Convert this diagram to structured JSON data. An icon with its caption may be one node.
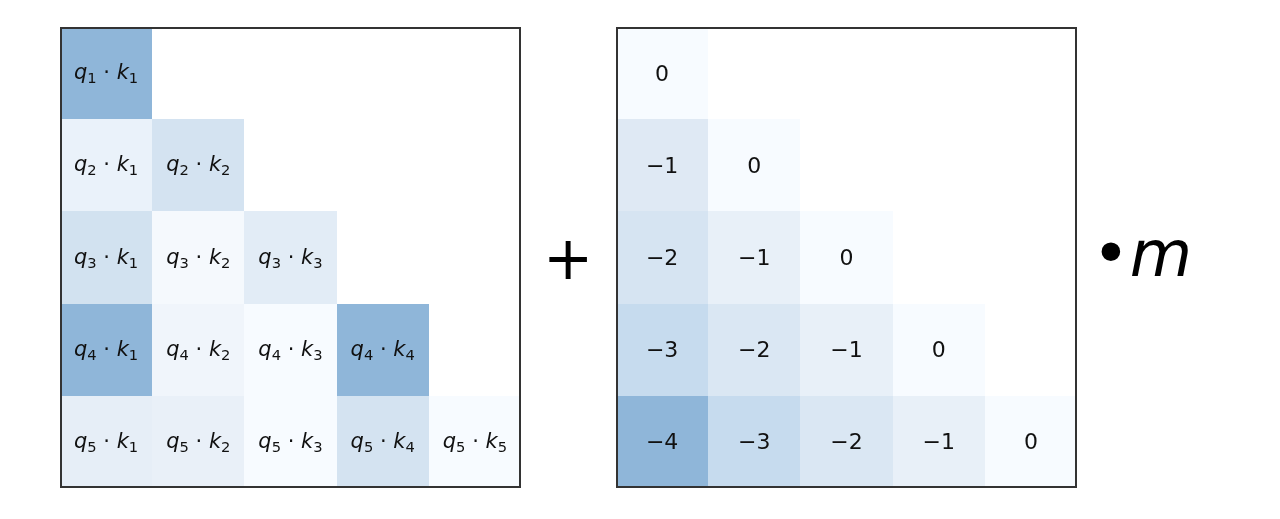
{
  "diagram": {
    "nodes": [
      {
        "text": [],
        "shape": "box"
      },
      {
        "text": [
          "*q*$_{1}$ · *k*$_{1}$"
        ],
        "in": 0
      },
      {
        "text": [
          "*q*$_{2}$ · *k*$_{1}$"
        ],
        "in": 0
      },
      {
        "text": [
          "*q*$_{2}$ · *k*$_{2}$"
        ],
        "in": 0
      },
      {
        "text": [
          "*q*$_{3}$ · *k*$_{1}$"
        ],
        "in": 0
      },
      {
        "text": [
          "*q*$_{3}$ · *k*$_{2}$"
        ],
        "in": 0
      },
      {
        "text": [
          "*q*$_{3}$ · *k*$_{3}$"
        ],
        "in": 0
      },
      {
        "text": [
          "*q*$_{4}$ · *k*$_{1}$"
        ],
        "in": 0
      },
      {
        "text": [
          "*q*$_{4}$ · *k*$_{2}$"
        ],
        "in": 0
      },
      {
        "text": [
          "*q*$_{4}$ · *k*$_{3}$"
        ],
        "in": 0
      },
      {
        "text": [
          "*q*$_{4}$ · *k*$_{4}$"
        ],
        "in": 0
      },
      {
        "text": [
          "*q*$_{5}$ · *k*$_{1}$"
        ],
        "in": 0
      },
      {
        "text": [
          "*q*$_{5}$ · *k*$_{2}$"
        ],
        "in": 0
      },
      {
        "text": [
          "*q*$_{5}$ · *k*$_{3}$"
        ],
        "in": 0
      },
      {
        "text": [
          "*q*$_{5}$ · *k*$_{4}$"
        ],
        "in": 0
      },
      {
        "text": [
          "*q*$_{5}$ · *k*$_{5}$"
        ],
        "in": 0
      },
      {
        "text": [],
        "shape": "box"
      },
      {
        "text": [
          "0"
        ],
        "in": 16
      },
      {
        "text": [
          "−1"
        ],
        "in": 16
      },
      {
        "text": [
          "0"
        ],
        "in": 16
      },
      {
        "text": [
          "−2"
        ],
        "in": 16
      },
      {
        "text": [
          "−1"
        ],
        "in": 16
      },
      {
        "text": [
          "0"
        ],
        "in": 16
      },
      {
        "text": [
          "−3"
        ],
        "in": 16
      },
      {
        "text": [
          "−2"
        ],
        "in": 16
      },
      {
        "text": [
          "−1"
        ],
        "in": 16
      },
      {
        "text": [
          "0"
        ],
        "in": 16
      },
      {
        "text": [
          "−4"
        ],
        "in": 16
      },
      {
        "text": [
          "−3"
        ],
        "in": 16
      },
      {
        "text": [
          "−2"
        ],
        "in": 16
      },
      {
        "text": [
          "−1"
        ],
        "in": 16
      },
      {
        "text": [
          "0"
        ],
        "in": 16
      }
    ],
    "labels": [
      "+",
      "•*m*"
    ]
  }
}
